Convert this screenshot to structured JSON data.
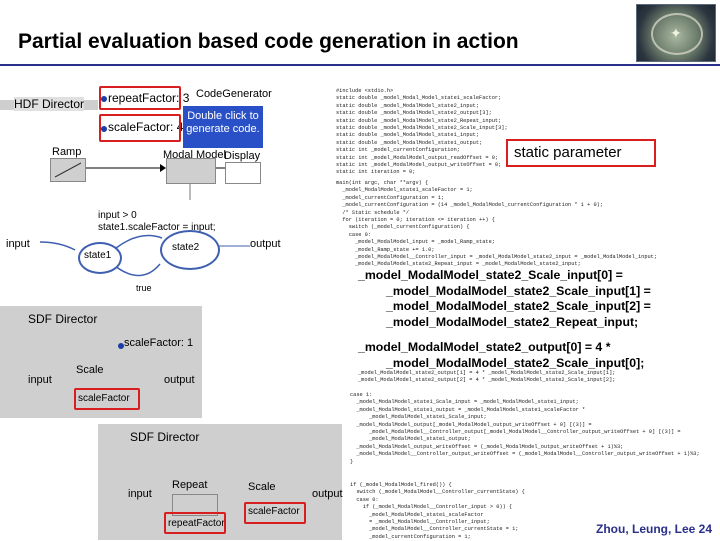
{
  "slide": {
    "title": "Partial evaluation based code generation in action",
    "footer": "Zhou, Leung, Lee 24"
  },
  "top_model": {
    "director_label": "HDF Director",
    "param_repeat": "repeatFactor: 3",
    "param_scale": "scaleFactor: 4",
    "codegen_label": "CodeGenerator",
    "codegen_hint": "Double click to generate code.",
    "ramp_label": "Ramp",
    "modal_label": "Modal Model",
    "display_label": "Display"
  },
  "fsm": {
    "guard_text": "input > 0\nstate1.scaleFactor = input;",
    "input_port": "input",
    "output_port": "output",
    "state1": "state1",
    "state2": "state2",
    "true_label": "true"
  },
  "sdf_mid": {
    "director_label": "SDF Director",
    "param": "scaleFactor: 1",
    "input_port": "input",
    "output_port": "output",
    "actor_label": "Scale",
    "actor_param": "scaleFactor"
  },
  "sdf_bot": {
    "director_label": "SDF Director",
    "input_port": "input",
    "output_port": "output",
    "repeat_label": "Repeat",
    "repeat_param": "repeatFactor",
    "scale_label": "Scale",
    "scale_param": "scaleFactor"
  },
  "code": {
    "header_lines": [
      "#include <stdio.h>",
      "static double _model_Modal_Model_state1_scaleFactor;",
      "static double _model_ModalModel_state2_input;",
      "static double _model_ModalModel_state2_output[3];",
      "static double _model_ModalModel_state2_Repeat_input;",
      "static double _model_ModalModel_state2_Scale_input[3];",
      "static double _model_ModalModel_state1_input;",
      "static double _model_ModalModel_state1_output;",
      "static int _model_currentConfiguration;",
      "static int _model_ModalModel_output_readOffset = 0;",
      "static int _model_ModalModel_output_writeOffset = 0;",
      "static int iteration = 0;"
    ],
    "main_lines": [
      "main(int argc, char **argv) {",
      "  _model_ModalModel_state1_scaleFactor = 1;",
      "  _model_currentConfiguration = 1;",
      "  _model_currentConfiguration = (14 _model_ModalModel_currentConfiguration * 1 + 0);",
      "  /* Static schedule */",
      "  for (iteration = 0; iteration <= iteration ++) {",
      "    switch (_model_currentConfiguration) {",
      "    case 0:",
      "      _model_ModalModel_input = _model_Ramp_state;",
      "      _model_Ramp_state += 1.0;",
      "      _model_ModalModel__Controller_input = _model_ModalModel_state2_input = _model_ModalModel_input;",
      "      _model_ModalModel_state2_Repeat_input = _model_ModalModel_state2_input;"
    ],
    "big_block_1": [
      "_model_ModalModel_state2_Scale_input[0] =",
      "_model_ModalModel_state2_Scale_input[1] =",
      "_model_ModalModel_state2_Scale_input[2] =",
      "_model_ModalModel_state2_Repeat_input;"
    ],
    "big_block_2": [
      "_model_ModalModel_state2_output[0] = 4 *",
      "_model_ModalModel_state2_Scale_input[0];"
    ],
    "mid_lines": [
      "_model_ModalModel_state2_output[1] = 4 * _model_ModalModel_state2_Scale_input[1];",
      "_model_ModalModel_state2_output[2] = 4 * _model_ModalModel_state2_Scale_input[2];"
    ],
    "case1_lines": [
      "case 1:",
      "  _model_ModalModel_state1_Scale_input = _model_ModalModel_state1_input;",
      "  _model_ModalModel_state1_output = _model_ModalModel_state1_scaleFactor *",
      "      _model_ModalModel_state1_Scale_input;",
      "  _model_ModalModel_output[_model_ModalModel_output_writeOffset + 0] [(3)] =",
      "      _model_ModalModel__Controller_output[_model_ModalModel__Controller_output_writeOffset + 0] [(3)] =",
      "      _model_ModalModel_state1_output;",
      "  _model_ModalModel_output_writeOffset = (_model_ModalModel_output_writeOffset + 1)%3;",
      "  _model_ModalModel__Controller_output_writeOffset = (_model_ModalModel__Controller_output_writeOffset + 1)%3;",
      "}"
    ],
    "tail_lines": [
      "if (_model_ModalModel_fired()) {",
      "  switch (_model_ModalModel__Controller_currentState) {",
      "  case 0:",
      "    if (_model_ModalModel__Controller_input > 0)) {",
      "      _model_ModalModel_state1_scaleFactor",
      "      = _model_ModalModel__Controller_input;",
      "      _model_ModalModel__Controller_currentState = 1;",
      "      _model_currentConfiguration = 1;"
    ]
  },
  "annotation": {
    "static_parameter": "static parameter"
  }
}
